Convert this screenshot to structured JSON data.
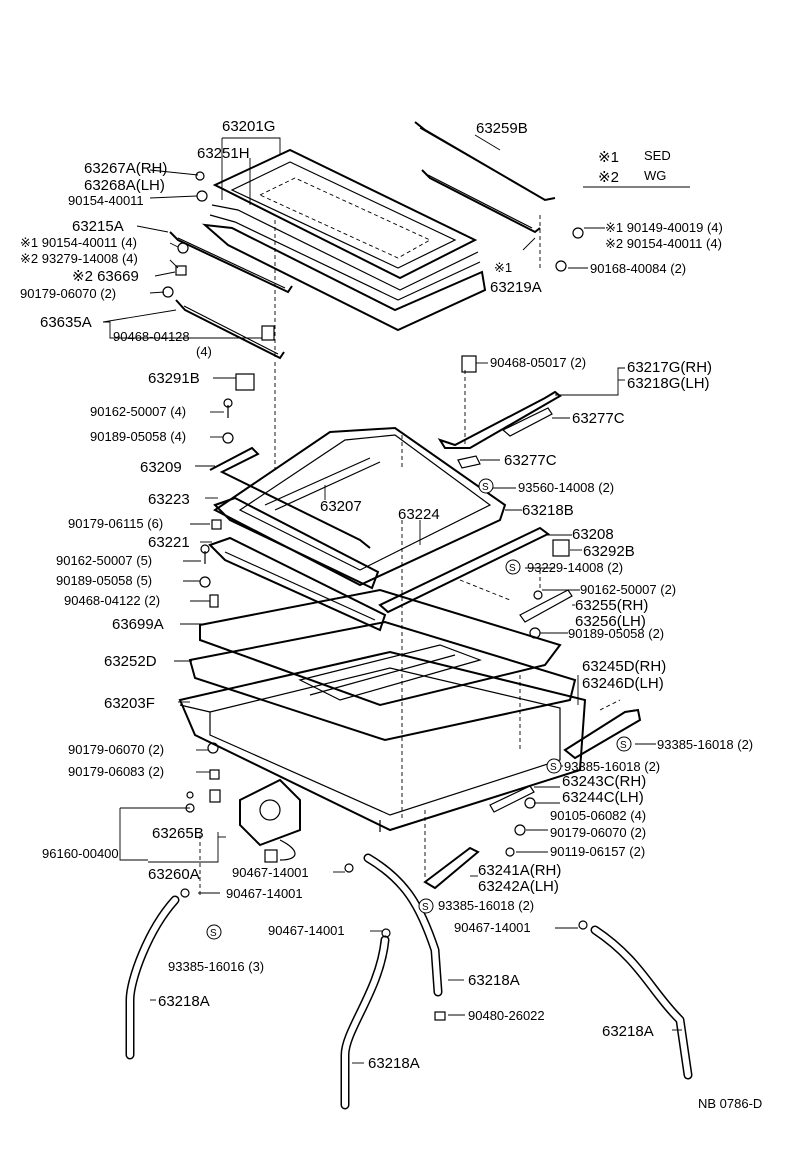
{
  "legend": {
    "mark1": "※1",
    "mark1_text": "SED",
    "mark2": "※2",
    "mark2_text": "WG"
  },
  "labels": [
    {
      "id": "l1",
      "text": "63201G"
    },
    {
      "id": "l2",
      "text": "63251H"
    },
    {
      "id": "l3",
      "text": "63259B"
    },
    {
      "id": "l4",
      "text": "63267A(RH)"
    },
    {
      "id": "l5",
      "text": "63268A(LH)"
    },
    {
      "id": "l6",
      "text": "90154-40011"
    },
    {
      "id": "l7",
      "text": "63215A"
    },
    {
      "id": "l8",
      "text": "※1 90154-40011 (4)"
    },
    {
      "id": "l9",
      "text": "※2 93279-14008 (4)"
    },
    {
      "id": "l10",
      "text": "※2 63669"
    },
    {
      "id": "l11",
      "text": "90179-06070 (2)"
    },
    {
      "id": "l12",
      "text": "63635A"
    },
    {
      "id": "l13",
      "text": "90468-04128"
    },
    {
      "id": "l14",
      "text": "(4)"
    },
    {
      "id": "l15",
      "text": "※1  90149-40019 (4)"
    },
    {
      "id": "l16",
      "text": "※2  90154-40011 (4)"
    },
    {
      "id": "l17",
      "text": "※1"
    },
    {
      "id": "l18",
      "text": "63219A"
    },
    {
      "id": "l19",
      "text": "90168-40084 (2)"
    },
    {
      "id": "l20",
      "text": "90468-05017 (2)"
    },
    {
      "id": "l21",
      "text": "63217G(RH)"
    },
    {
      "id": "l22",
      "text": "63218G(LH)"
    },
    {
      "id": "l23",
      "text": "63291B"
    },
    {
      "id": "l24",
      "text": "90162-50007 (4)"
    },
    {
      "id": "l25",
      "text": "90189-05058 (4)"
    },
    {
      "id": "l26",
      "text": "63277C"
    },
    {
      "id": "l27",
      "text": "63277C"
    },
    {
      "id": "l28",
      "text": "63209"
    },
    {
      "id": "l29",
      "text": "63207"
    },
    {
      "id": "l30",
      "text": "93560-14008 (2)"
    },
    {
      "id": "l31",
      "text": "63223"
    },
    {
      "id": "l32",
      "text": "63224"
    },
    {
      "id": "l33",
      "text": "63218B"
    },
    {
      "id": "l34",
      "text": "90179-06115 (6)"
    },
    {
      "id": "l35",
      "text": "63208"
    },
    {
      "id": "l36",
      "text": "63221"
    },
    {
      "id": "l37",
      "text": "63292B"
    },
    {
      "id": "l38",
      "text": "90162-50007 (5)"
    },
    {
      "id": "l39",
      "text": "93229-14008 (2)"
    },
    {
      "id": "l40",
      "text": "90189-05058 (5)"
    },
    {
      "id": "l41",
      "text": "90162-50007 (2)"
    },
    {
      "id": "l42",
      "text": "90468-04122 (2)"
    },
    {
      "id": "l43",
      "text": "63255(RH)"
    },
    {
      "id": "l44",
      "text": "63256(LH)"
    },
    {
      "id": "l45",
      "text": "63699A"
    },
    {
      "id": "l46",
      "text": "90189-05058 (2)"
    },
    {
      "id": "l47",
      "text": "63252D"
    },
    {
      "id": "l48",
      "text": "63245D(RH)"
    },
    {
      "id": "l49",
      "text": "63246D(LH)"
    },
    {
      "id": "l50",
      "text": "63203F"
    },
    {
      "id": "l51",
      "text": "93385-16018 (2)"
    },
    {
      "id": "l52",
      "text": "90179-06070 (2)"
    },
    {
      "id": "l53",
      "text": "93385-16018 (2)"
    },
    {
      "id": "l54",
      "text": "90179-06083 (2)"
    },
    {
      "id": "l55",
      "text": "63243C(RH)"
    },
    {
      "id": "l56",
      "text": "63244C(LH)"
    },
    {
      "id": "l57",
      "text": "90105-06082 (4)"
    },
    {
      "id": "l58",
      "text": "63265B"
    },
    {
      "id": "l59",
      "text": "90179-06070 (2)"
    },
    {
      "id": "l60",
      "text": "96160-00400"
    },
    {
      "id": "l61",
      "text": "90119-06157 (2)"
    },
    {
      "id": "l62",
      "text": "90467-14001"
    },
    {
      "id": "l63",
      "text": "63260A"
    },
    {
      "id": "l64",
      "text": "90467-14001"
    },
    {
      "id": "l65",
      "text": "63241A(RH)"
    },
    {
      "id": "l66",
      "text": "63242A(LH)"
    },
    {
      "id": "l67",
      "text": "93385-16018 (2)"
    },
    {
      "id": "l68",
      "text": "90467-14001"
    },
    {
      "id": "l69",
      "text": "90467-14001"
    },
    {
      "id": "l70",
      "text": "93385-16016 (3)"
    },
    {
      "id": "l71",
      "text": "63218A"
    },
    {
      "id": "l72",
      "text": "63218A"
    },
    {
      "id": "l73",
      "text": "90480-26022"
    },
    {
      "id": "l74",
      "text": "63218A"
    },
    {
      "id": "l75",
      "text": "63218A"
    },
    {
      "id": "l76",
      "text": "NB 0786-D"
    }
  ],
  "symbols": {
    "s_mark": "S"
  }
}
